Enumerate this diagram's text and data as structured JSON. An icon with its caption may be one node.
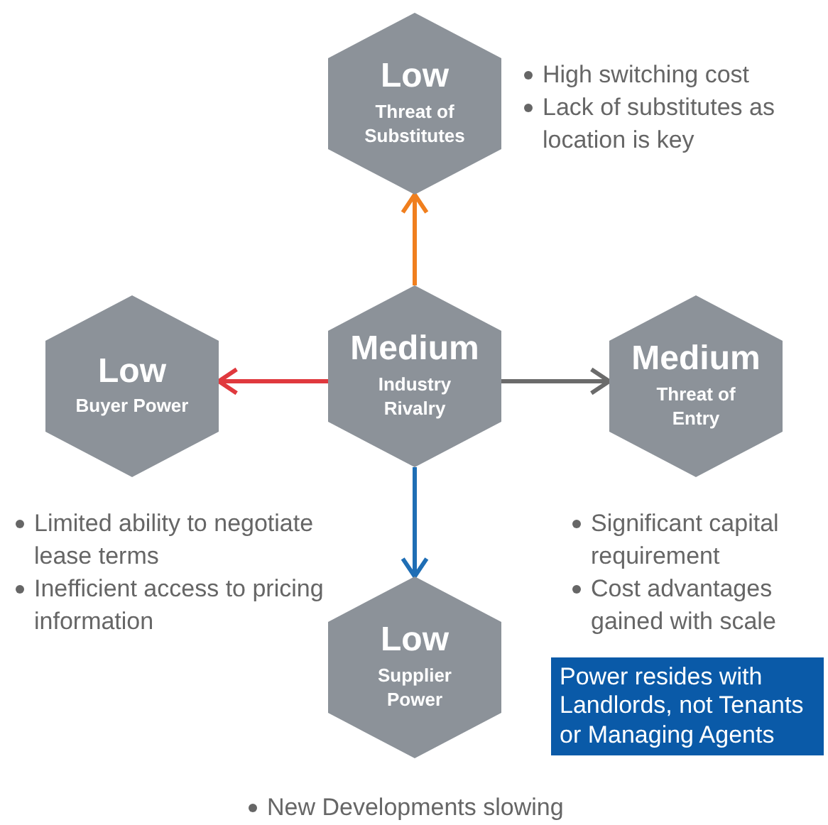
{
  "diagram": {
    "nodes": [
      {
        "text": [
          "Low",
          "Threat of Substitutes"
        ],
        "beside": [
          "High switching cost",
          "Lack of substitutes as location is key"
        ]
      },
      {
        "text": [
          "Low",
          "Buyer Power"
        ],
        "beside": [
          "Limited ability to negotiate lease terms",
          "Inefficient access to pricing information"
        ]
      },
      {
        "text": [
          "Medium",
          "Industry Rivalry"
        ]
      },
      {
        "text": [
          "Medium",
          "Threat of Entry"
        ],
        "beside": [
          "Significant capital requirement",
          "Cost advantages gained with scale"
        ]
      },
      {
        "text": [
          "Low",
          "Supplier Power"
        ],
        "beside": [
          "New Developments slowing"
        ]
      },
      {
        "text": [
          "Power resides with Landlords, not Tenants or Managing Agents"
        ]
      }
    ],
    "edges": [
      {
        "from": 2,
        "to": 0,
        "arrow": "to",
        "color": "#f07f1e"
      },
      {
        "from": 2,
        "to": 1,
        "arrow": "to",
        "color": "#e0393e"
      },
      {
        "from": 2,
        "to": 3,
        "arrow": "to",
        "color": "#6b6b6b"
      },
      {
        "from": 2,
        "to": 4,
        "arrow": "to",
        "color": "#1f6eb5"
      }
    ]
  }
}
